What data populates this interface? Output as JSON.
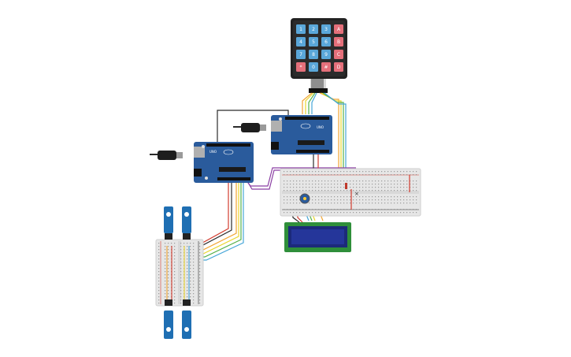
{
  "keypad": {
    "keys": [
      "1",
      "2",
      "3",
      "A",
      "4",
      "5",
      "6",
      "B",
      "7",
      "8",
      "9",
      "C",
      "*",
      "0",
      "#",
      "D"
    ],
    "digit_color": "#5aa7d9",
    "letter_color": "#e46f7a"
  },
  "arduino_left": {
    "logo": "UNO"
  },
  "arduino_right": {
    "logo": "UNO"
  },
  "colors": {
    "canvas": "#ffffff",
    "board": "#2a5b9c",
    "breadboard": "#e6e6e6",
    "lcd_body": "#2f8f3a",
    "lcd_screen": "#1c2a7a",
    "servo": "#1f6fb3",
    "wire_black": "#2b2b2b",
    "wire_red": "#d33c2f",
    "wire_orange": "#f2a431",
    "wire_yellow": "#e9d52d",
    "wire_green": "#55b04a",
    "wire_blue": "#46a6d8",
    "wire_purple": "#8b3fa3"
  }
}
